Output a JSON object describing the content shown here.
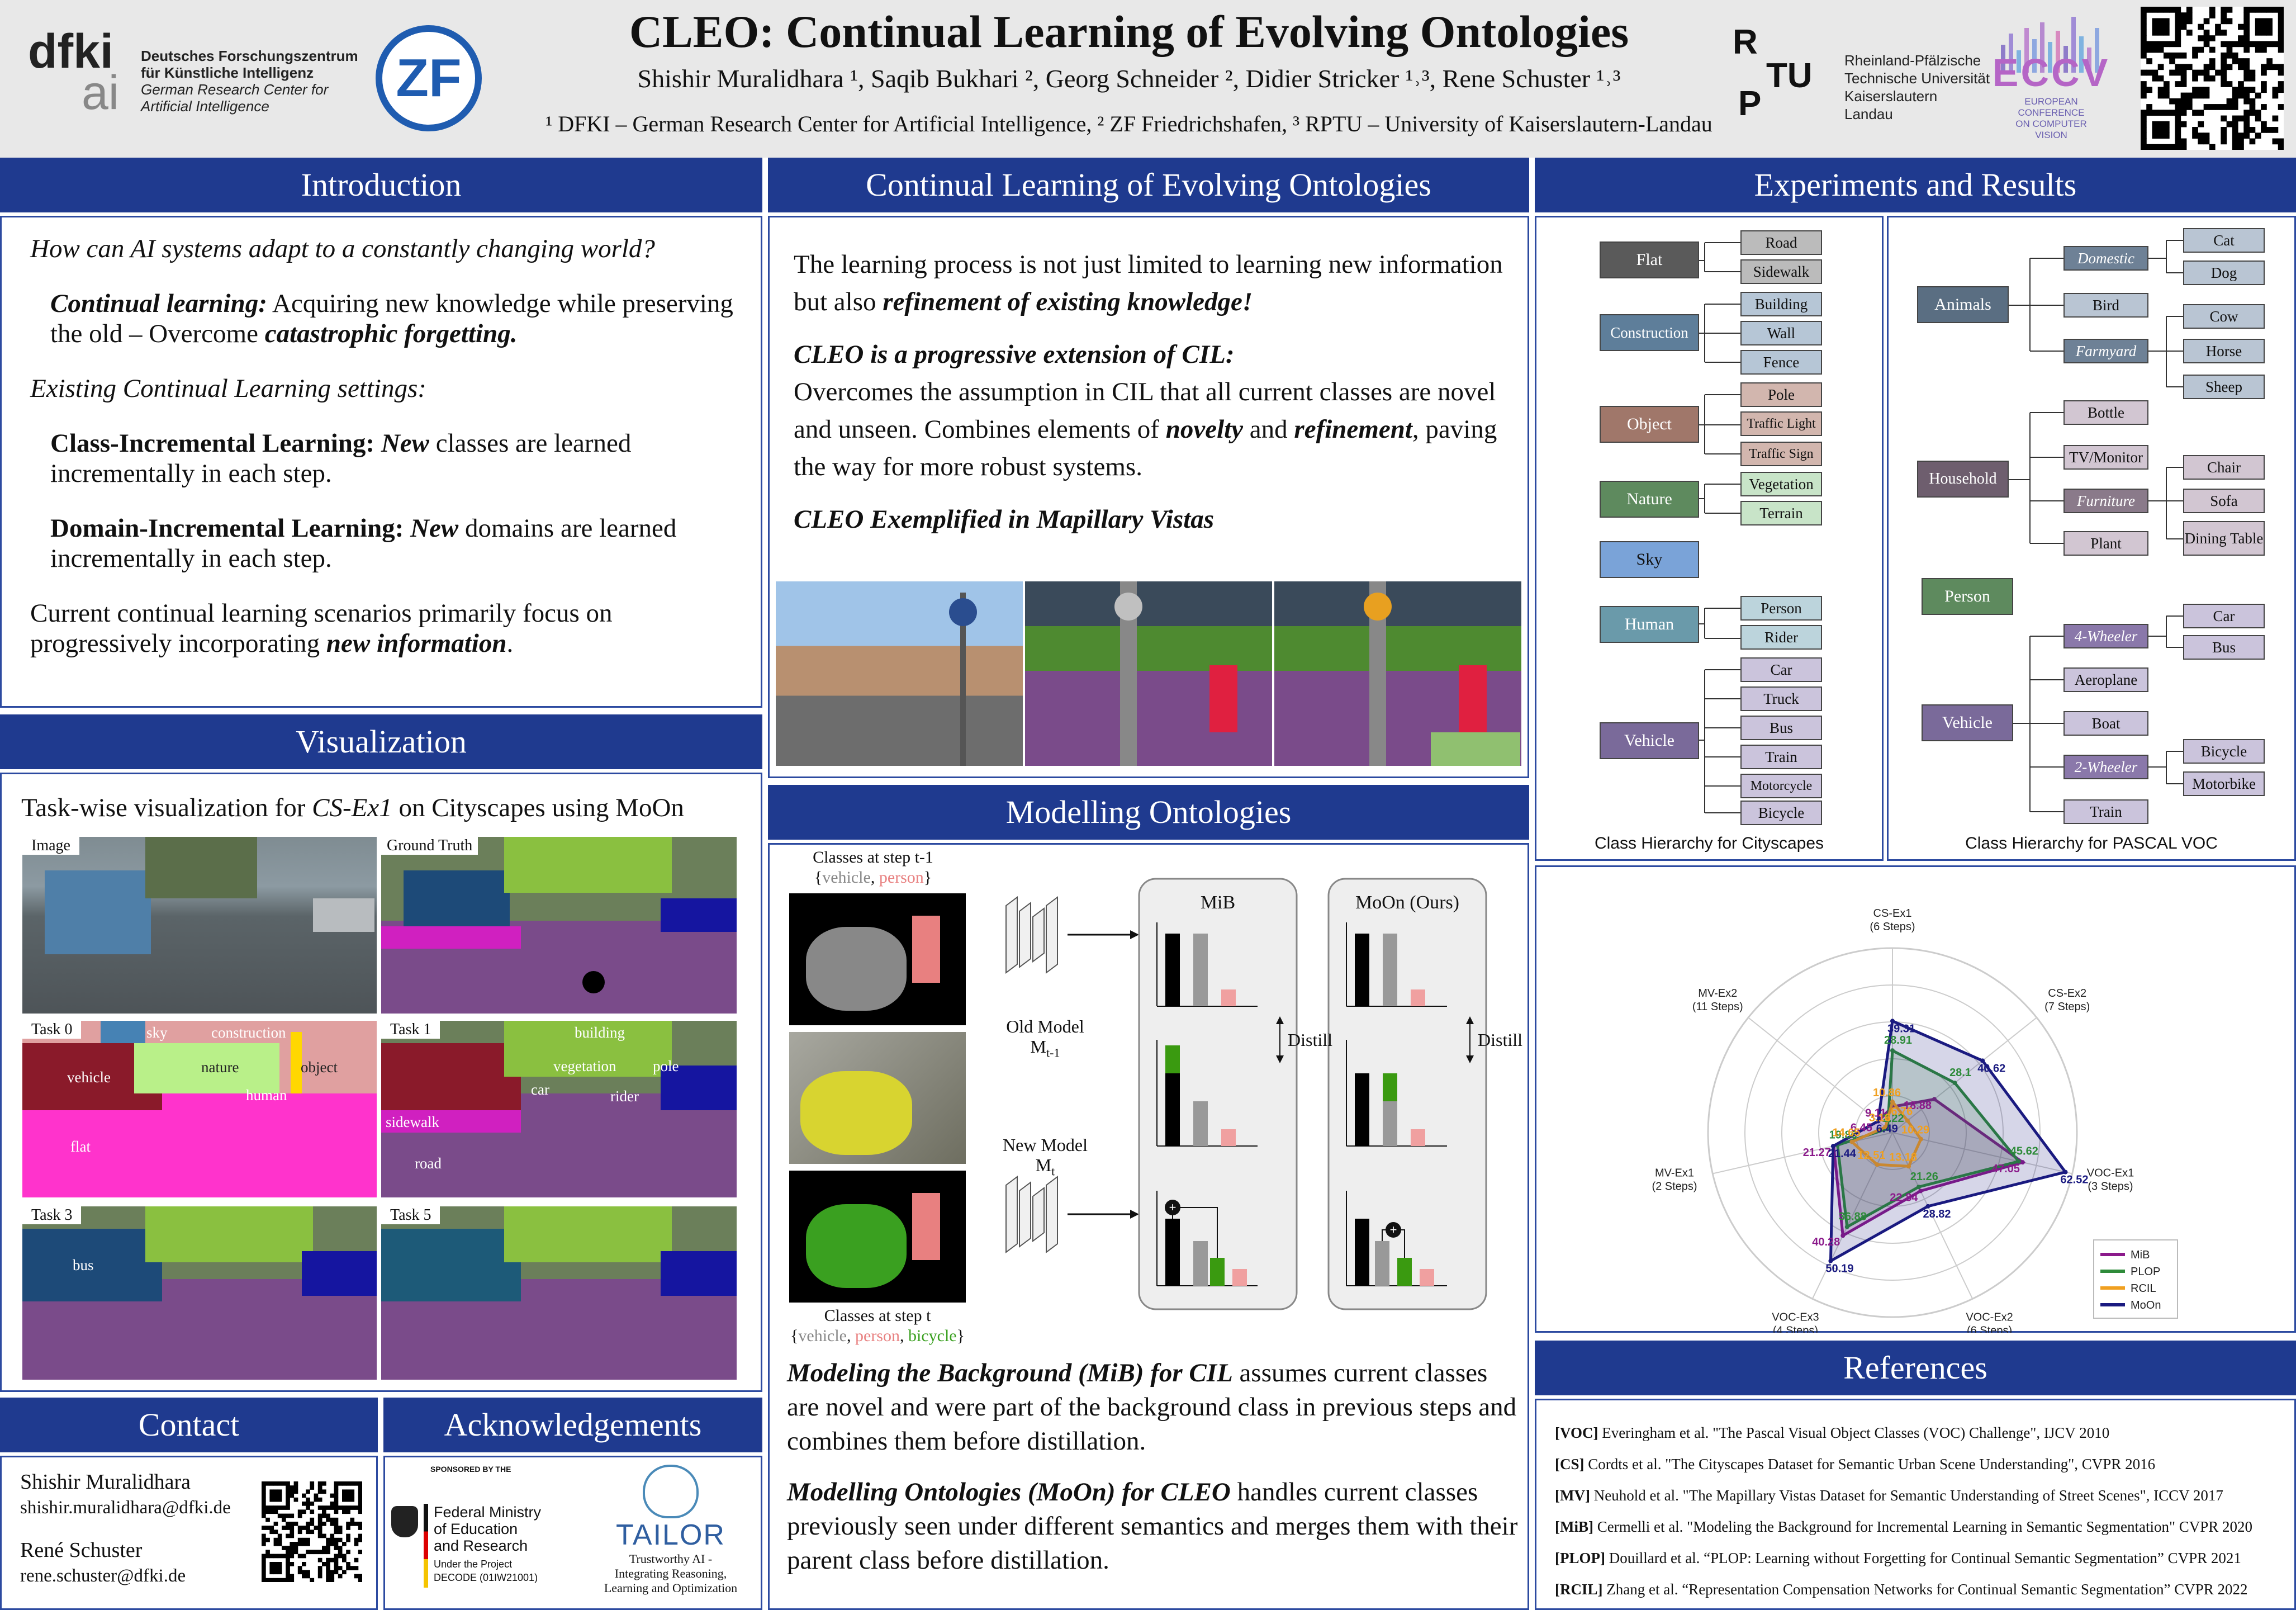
{
  "header": {
    "title": "CLEO: Continual Learning of Evolving Ontologies",
    "authors": "Shishir Muralidhara ¹, Saqib Bukhari ², Georg Schneider ², Didier Stricker ¹˒³, Rene Schuster ¹˒³",
    "affiliations": "¹ DFKI – German Research Center for Artificial Intelligence, ² ZF Friedrichshafen, ³ RPTU – University of Kaiserslautern-Landau",
    "dfki_line1": "Deutsches Forschungszentrum",
    "dfki_line2": "für Künstliche Intelligenz",
    "dfki_line3": "German Research Center for",
    "dfki_line4": "Artificial Intelligence",
    "rptu_line1": "Rheinland-Pfälzische",
    "rptu_line2": "Technische Universität",
    "rptu_line3": "Kaiserslautern",
    "rptu_line4": "Landau",
    "eccv_line1": "EUROPEAN",
    "eccv_line2": "CONFERENCE",
    "eccv_line3": "ON COMPUTER",
    "eccv_line4": "VISION"
  },
  "intro": {
    "heading": "Introduction",
    "q": "How can AI systems adapt to a constantly changing world?",
    "cl_bold": "Continual learning:",
    "cl_text": " Acquiring new knowledge while preserving the old – Overcome ",
    "cl_bold2": "catastrophic forgetting.",
    "existing": "Existing Continual Learning settings:",
    "cil_bold": "Class-Incremental Learning:",
    "cil_new": "New",
    "cil_text": " classes are learned incrementally in each step.",
    "dil_bold": "Domain-Incremental Learning:",
    "dil_new": "New",
    "dil_text": " domains are learned incrementally in each step.",
    "current": "Current continual learning scenarios primarily focus on progressively incorporating ",
    "current_bold": "new information",
    "current_end": "."
  },
  "cleo": {
    "heading": "Continual Learning of Evolving Ontologies",
    "p1": "The learning process is not just limited to learning new information but also ",
    "p1_bold": "refinement of existing knowledge!",
    "p2_head": "CLEO is a progressive extension of CIL:",
    "p2a": "Overcomes the assumption in CIL that all current classes are novel and unseen. Combines elements of ",
    "p2_novelty": "novelty",
    "p2b": " and ",
    "p2_refinement": "refinement",
    "p2c": ", paving the way for more robust systems.",
    "p3": "CLEO Exemplified in Mapillary Vistas"
  },
  "experiments": {
    "heading": "Experiments and Results",
    "cs_caption": "Class Hierarchy for Cityscapes",
    "voc_caption": "Class Hierarchy for PASCAL VOC",
    "cs": {
      "flat": "Flat",
      "road": "Road",
      "sidewalk": "Sidewalk",
      "construction": "Construction",
      "building": "Building",
      "wall": "Wall",
      "fence": "Fence",
      "object": "Object",
      "pole": "Pole",
      "traffic_light": "Traffic Light",
      "traffic_sign": "Traffic Sign",
      "nature": "Nature",
      "vegetation": "Vegetation",
      "terrain": "Terrain",
      "sky": "Sky",
      "human": "Human",
      "person": "Person",
      "rider": "Rider",
      "vehicle": "Vehicle",
      "car": "Car",
      "truck": "Truck",
      "bus": "Bus",
      "train": "Train",
      "motorcycle": "Motorcycle",
      "bicycle": "Bicycle"
    },
    "voc": {
      "animals": "Animals",
      "domestic": "Domestic",
      "cat": "Cat",
      "dog": "Dog",
      "bird": "Bird",
      "farmyard": "Farmyard",
      "cow": "Cow",
      "horse": "Horse",
      "sheep": "Sheep",
      "household": "Household",
      "bottle": "Bottle",
      "tvmonitor": "TV/Monitor",
      "furniture": "Furniture",
      "chair": "Chair",
      "sofa": "Sofa",
      "dining": "Dining Table",
      "plant": "Plant",
      "person": "Person",
      "vehicle": "Vehicle",
      "fourwheeler": "4-Wheeler",
      "car": "Car",
      "bus": "Bus",
      "aeroplane": "Aeroplane",
      "boat": "Boat",
      "twowheeler": "2-Wheeler",
      "bicycle": "Bicycle",
      "motorbike": "Motorbike",
      "train": "Train"
    }
  },
  "visualization": {
    "heading": "Visualization",
    "subtitle_a": "Task-wise visualization for ",
    "subtitle_em": "CS-Ex1",
    "subtitle_b": " on Cityscapes using MoOn",
    "image": "Image",
    "gt": "Ground Truth",
    "task0": "Task 0",
    "task1": "Task 1",
    "task3": "Task 3",
    "task5": "Task 5",
    "sky": "sky",
    "construction": "construction",
    "vehicle": "vehicle",
    "nature": "nature",
    "object": "object",
    "human": "human",
    "flat": "flat",
    "building": "building",
    "vegetation": "vegetation",
    "pole": "pole",
    "car": "car",
    "rider": "rider",
    "sidewalk": "sidewalk",
    "road": "road",
    "bus": "bus"
  },
  "modelling": {
    "heading": "Modelling Ontologies",
    "step_t1": "Classes at step t-1",
    "step_t1_classes": [
      "{",
      "vehicle",
      ", ",
      "person",
      "}"
    ],
    "step_t": "Classes at step t",
    "step_t_classes": [
      "{",
      "vehicle",
      ", ",
      "person",
      ", ",
      "bicycle",
      "}"
    ],
    "old_model": "Old Model",
    "old_model_sub": "M",
    "old_model_subscript": "t-1",
    "new_model": "New Model",
    "new_model_sub": "M",
    "new_model_subscript": "t",
    "mib": "MiB",
    "moon": "MoOn (Ours)",
    "distill": "Distill",
    "mib_bold": "Modeling the Background (MiB) for CIL",
    "mib_text": " assumes current classes are novel and were part of the background class in previous steps and combines them before distillation.",
    "moon_bold": "Modelling Ontologies (MoOn) for CLEO",
    "moon_text": " handles current classes previously seen under different semantics and merges them with their parent class before distillation."
  },
  "contact": {
    "heading": "Contact",
    "name1": "Shishir Muralidhara",
    "email1": "shishir.muralidhara@dfki.de",
    "name2": "René Schuster",
    "email2": "rene.schuster@dfki.de"
  },
  "ack": {
    "heading": "Acknowledgements",
    "sponsored": "SPONSORED BY THE",
    "bmbf1": "Federal Ministry",
    "bmbf2": "of Education",
    "bmbf3": "and Research",
    "bmbf4": "Under the Project",
    "bmbf5": "DECODE (01IW21001)",
    "tailor": "TAILOR",
    "tailor1": "Trustworthy AI -",
    "tailor2": "Integrating Reasoning,",
    "tailor3": "Learning and Optimization"
  },
  "references": {
    "heading": "References",
    "items": [
      {
        "tag": "[VOC]",
        "text": " Everingham et al. \"The Pascal Visual Object Classes (VOC) Challenge\", IJCV 2010"
      },
      {
        "tag": "[CS]",
        "text": " Cordts et al. \"The Cityscapes Dataset for Semantic Urban Scene Understanding\", CVPR 2016"
      },
      {
        "tag": "[MV]",
        "text": " Neuhold et al. \"The Mapillary Vistas Dataset for Semantic Understanding of Street Scenes\", ICCV 2017"
      },
      {
        "tag": "[MiB]",
        "text": " Cermelli et al. \"Modeling the Background for Incremental Learning in Semantic Segmentation\" CVPR 2020"
      },
      {
        "tag": "[PLOP]",
        "text": " Douillard et al. “PLOP: Learning without Forgetting for Continual Semantic Segmentation” CVPR 2021"
      },
      {
        "tag": "[RCIL]",
        "text": " Zhang et al. “Representation Compensation Networks for Continual Semantic Segmentation” CVPR 2022"
      }
    ]
  },
  "chart_data": {
    "type": "radar",
    "axes": [
      {
        "name": "CS-Ex1",
        "steps": "(6 Steps)"
      },
      {
        "name": "CS-Ex2",
        "steps": "(7 Steps)"
      },
      {
        "name": "VOC-Ex1",
        "steps": "(3 Steps)"
      },
      {
        "name": "VOC-Ex2",
        "steps": "(6 Steps)"
      },
      {
        "name": "VOC-Ex3",
        "steps": "(4 Steps)"
      },
      {
        "name": "MV-Ex1",
        "steps": "(2 Steps)"
      },
      {
        "name": "MV-Ex2",
        "steps": "(11 Steps)"
      }
    ],
    "series": [
      {
        "name": "MiB",
        "color": "#8b1a8b",
        "values": [
          9.11,
          18.88,
          47.05,
          22.84,
          40.28,
          21.27,
          6.45
        ]
      },
      {
        "name": "PLOP",
        "color": "#2e8b3a",
        "values": [
          28.91,
          28.1,
          45.62,
          21.26,
          36.88,
          19.86,
          2.22
        ]
      },
      {
        "name": "RCIL",
        "color": "#f0a020",
        "values": [
          10.86,
          6.76,
          10.29,
          13.18,
          12.51,
          14.65,
          3.16
        ]
      },
      {
        "name": "MoOn",
        "color": "#1a1a80",
        "values": [
          39.31,
          40.62,
          62.52,
          28.82,
          50.19,
          21.44,
          6.49
        ]
      }
    ],
    "rmax": 65,
    "grid": true,
    "legend": "bottom-right"
  },
  "colors": {
    "header_bg": "#e8e8e8",
    "panel_head": "#1f3a8f",
    "flat": "#5a5a5a",
    "construction": "#5e7e9a",
    "object": "#a0776a",
    "nature": "#5e8a5e",
    "sky": "#7aa3d8",
    "human": "#6a9aaa",
    "vehicle": "#7a6a9a"
  }
}
